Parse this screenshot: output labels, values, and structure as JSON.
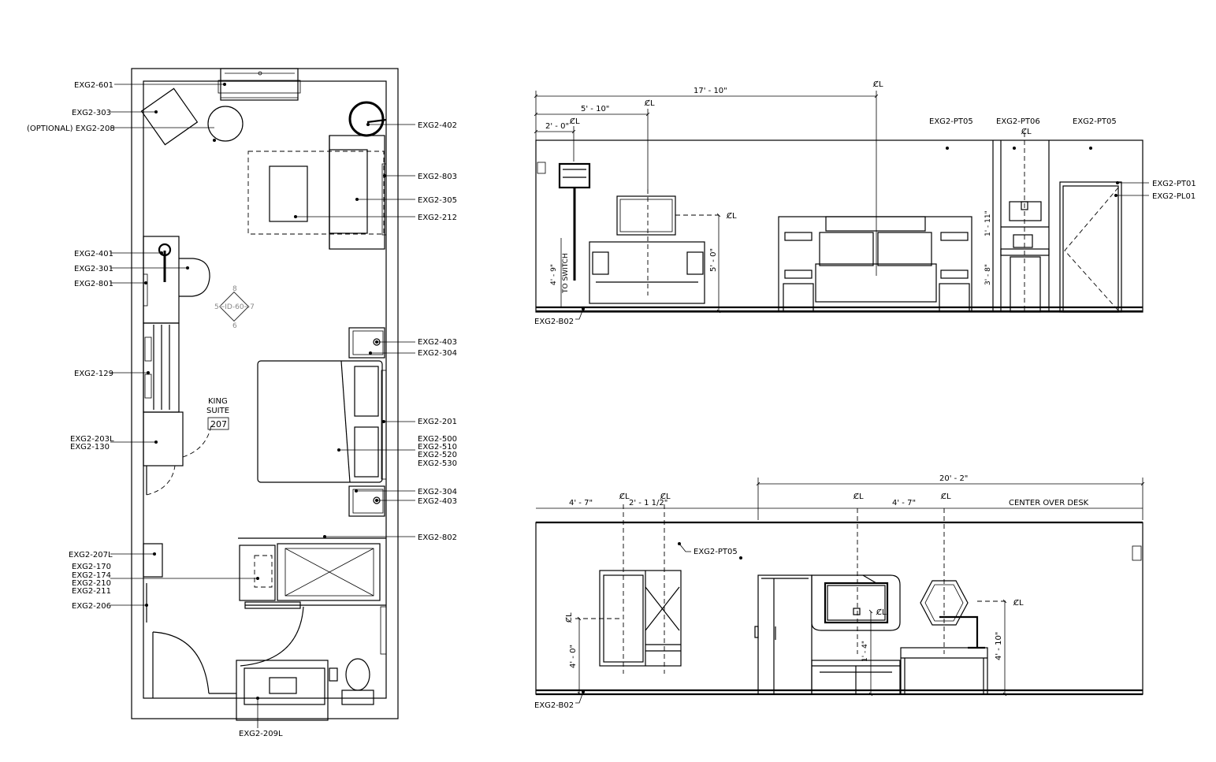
{
  "plan": {
    "room": {
      "line1": "KING",
      "line2": "SUITE",
      "number": "207"
    },
    "center_tag": "5←ID-60→7",
    "center_tag_top": "8",
    "center_tag_bottom": "6",
    "left_tags": [
      {
        "label": "EXG2-601"
      },
      {
        "label": "EXG2-303"
      },
      {
        "label": "(OPTIONAL) EXG2-208"
      },
      {
        "label": "EXG2-401"
      },
      {
        "label": "EXG2-301"
      },
      {
        "label": "EXG2-801"
      },
      {
        "label": "EXG2-129"
      },
      {
        "label": "EXG2-203L"
      },
      {
        "label": "EXG2-130"
      },
      {
        "label": "EXG2-207L"
      },
      {
        "label": "EXG2-170"
      },
      {
        "label": "EXG2-174"
      },
      {
        "label": "EXG2-210"
      },
      {
        "label": "EXG2-211"
      },
      {
        "label": "EXG2-206"
      }
    ],
    "right_tags": [
      {
        "label": "EXG2-402"
      },
      {
        "label": "EXG2-803"
      },
      {
        "label": "EXG2-305"
      },
      {
        "label": "EXG2-212"
      },
      {
        "label": "EXG2-403"
      },
      {
        "label": "EXG2-304"
      },
      {
        "label": "EXG2-201"
      },
      {
        "label": "EXG2-500"
      },
      {
        "label": "EXG2-510"
      },
      {
        "label": "EXG2-520"
      },
      {
        "label": "EXG2-530"
      },
      {
        "label": "EXG2-304"
      },
      {
        "label": "EXG2-403"
      },
      {
        "label": "EXG2-802"
      }
    ],
    "bottom_tag": "EXG2-209L"
  },
  "elev1": {
    "dims": {
      "overall": "17' - 10\"",
      "d2": "5' - 10\"",
      "d3": "2' - 0\"",
      "vert_tv": "5' - 0\"",
      "vert_switch": "4' - 9\"",
      "to_switch": "TO SWITCH",
      "vert_micro": "1' - 11\"",
      "vert_counter": "3' - 8\""
    },
    "cl": "C̸L",
    "tags": {
      "pt05a": "EXG2-PT05",
      "pt06": "EXG2-PT06",
      "pt05b": "EXG2-PT05",
      "pt01": "EXG2-PT01",
      "pl01": "EXG2-PL01",
      "b02": "EXG2-B02"
    }
  },
  "elev2": {
    "dims": {
      "overall": "20' - 2\"",
      "d1": "4' - 7\"",
      "d2": "2' - 1 1/2\"",
      "d3": "4' - 7\"",
      "center": "CENTER OVER DESK",
      "vert_art": "4' - 0\"",
      "vert_outlet": "1' - 4\"",
      "vert_lamp": "4' - 10\""
    },
    "cl": "C̸L",
    "tags": {
      "pt05": "EXG2-PT05",
      "b02": "EXG2-B02"
    }
  }
}
